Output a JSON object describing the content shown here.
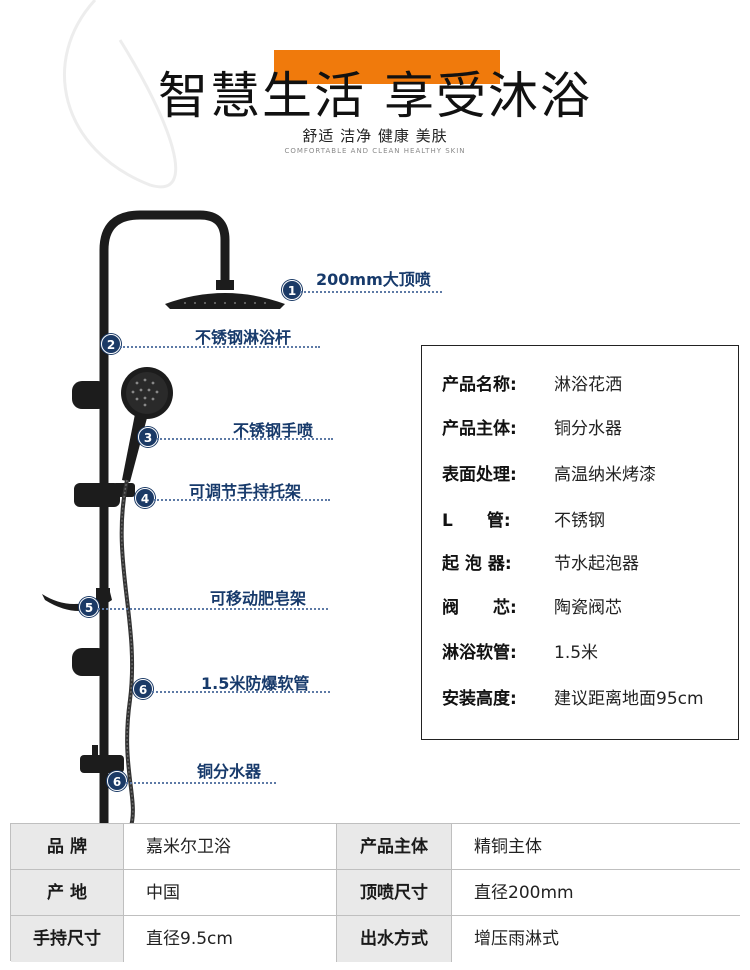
{
  "header": {
    "title": "智慧生活 享受沐浴",
    "subtitle": "舒适 洁净 健康 美肤",
    "subtitle_en": "COMFORTABLE AND CLEAN HEALTHY SKIN"
  },
  "parts": [
    {
      "num": "1",
      "label": "200mm大顶喷"
    },
    {
      "num": "2",
      "label": "不锈钢淋浴杆"
    },
    {
      "num": "3",
      "label": "不锈钢手喷"
    },
    {
      "num": "4",
      "label": "可调节手持托架"
    },
    {
      "num": "5",
      "label": "可移动肥皂架"
    },
    {
      "num": "6",
      "label": "1.5米防爆软管"
    },
    {
      "num": "6",
      "label": "铜分水器"
    }
  ],
  "specs": [
    {
      "key": "产品名称:",
      "value": "淋浴花洒"
    },
    {
      "key": "产品主体:",
      "value": "铜分水器"
    },
    {
      "key": "表面处理:",
      "value": "高温纳米烤漆"
    },
    {
      "key": "L　　管:",
      "value": "不锈钢"
    },
    {
      "key": "起 泡 器:",
      "value": "节水起泡器"
    },
    {
      "key": "阀　　芯:",
      "value": "陶瓷阀芯"
    },
    {
      "key": "淋浴软管:",
      "value": "1.5米"
    },
    {
      "key": "安装高度:",
      "value": "建议距离地面95cm"
    }
  ],
  "table": {
    "rows": [
      {
        "k1": "品 牌",
        "v1": "嘉米尔卫浴",
        "k2": "产品主体",
        "v2": "精铜主体"
      },
      {
        "k1": "产 地",
        "v1": "中国",
        "k2": "顶喷尺寸",
        "v2": "直径200mm"
      },
      {
        "k1": "手持尺寸",
        "v1": "直径9.5cm",
        "k2": "出水方式",
        "v2": "增压雨淋式"
      }
    ]
  },
  "colors": {
    "accent": "#f07a0c",
    "label_blue": "#173a6b",
    "product_black": "#1c1c1c"
  }
}
